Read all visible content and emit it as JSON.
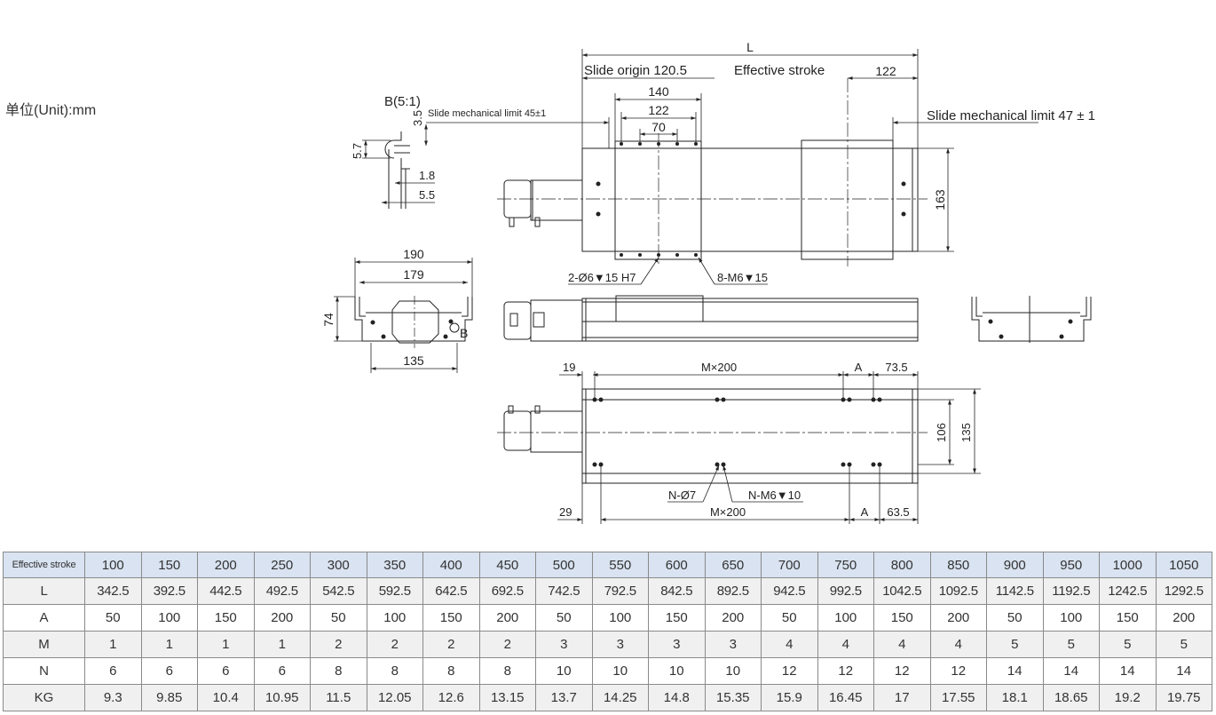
{
  "unit_label": "单位(Unit):mm",
  "drawing": {
    "top_view": {
      "dim_L": "L",
      "slide_origin": "Slide origin 120.5",
      "effective_stroke": "Effective stroke",
      "dim_122_right": "122",
      "dim_140": "140",
      "dim_122_inner": "122",
      "dim_70": "70",
      "dim_163": "163",
      "limit_left": "Slide mechanical limit 45±1",
      "limit_right": "Slide mechanical limit 47 ± 1",
      "pin_hole": "2-Ø6▼15 H7",
      "tap_hole": "8-M6▼15"
    },
    "detail_b": {
      "title": "B(5:1)",
      "dim_3_5": "3.5",
      "dim_5_7": "5.7",
      "dim_1_8": "1.8",
      "dim_5_5": "5.5"
    },
    "end_view": {
      "dim_190": "190",
      "dim_179": "179",
      "dim_74": "74",
      "dim_135": "135",
      "mark_b": "B"
    },
    "bottom_view": {
      "dim_19": "19",
      "dim_m200_top": "M×200",
      "dim_a_top": "A",
      "dim_73_5": "73.5",
      "dim_106": "106",
      "dim_135": "135",
      "n_hole": "N-Ø7",
      "n_tap": "N-M6▼10",
      "dim_29": "29",
      "dim_m200_bottom": "M×200",
      "dim_a_bottom": "A",
      "dim_63_5": "63.5"
    }
  },
  "spec_table": {
    "rows": [
      {
        "label": "Effective stroke",
        "values": [
          "100",
          "150",
          "200",
          "250",
          "300",
          "350",
          "400",
          "450",
          "500",
          "550",
          "600",
          "650",
          "700",
          "750",
          "800",
          "850",
          "900",
          "950",
          "1000",
          "1050"
        ]
      },
      {
        "label": "L",
        "values": [
          "342.5",
          "392.5",
          "442.5",
          "492.5",
          "542.5",
          "592.5",
          "642.5",
          "692.5",
          "742.5",
          "792.5",
          "842.5",
          "892.5",
          "942.5",
          "992.5",
          "1042.5",
          "1092.5",
          "1142.5",
          "1192.5",
          "1242.5",
          "1292.5"
        ]
      },
      {
        "label": "A",
        "values": [
          "50",
          "100",
          "150",
          "200",
          "50",
          "100",
          "150",
          "200",
          "50",
          "100",
          "150",
          "200",
          "50",
          "100",
          "150",
          "200",
          "50",
          "100",
          "150",
          "200"
        ]
      },
      {
        "label": "M",
        "values": [
          "1",
          "1",
          "1",
          "1",
          "2",
          "2",
          "2",
          "2",
          "3",
          "3",
          "3",
          "3",
          "4",
          "4",
          "4",
          "4",
          "5",
          "5",
          "5",
          "5"
        ]
      },
      {
        "label": "N",
        "values": [
          "6",
          "6",
          "6",
          "6",
          "8",
          "8",
          "8",
          "8",
          "10",
          "10",
          "10",
          "10",
          "12",
          "12",
          "12",
          "12",
          "14",
          "14",
          "14",
          "14"
        ]
      },
      {
        "label": "KG",
        "values": [
          "9.3",
          "9.85",
          "10.4",
          "10.95",
          "11.5",
          "12.05",
          "12.6",
          "13.15",
          "13.7",
          "14.25",
          "14.8",
          "15.35",
          "15.9",
          "16.45",
          "17",
          "17.55",
          "18.1",
          "18.65",
          "19.2",
          "19.75"
        ]
      }
    ]
  }
}
